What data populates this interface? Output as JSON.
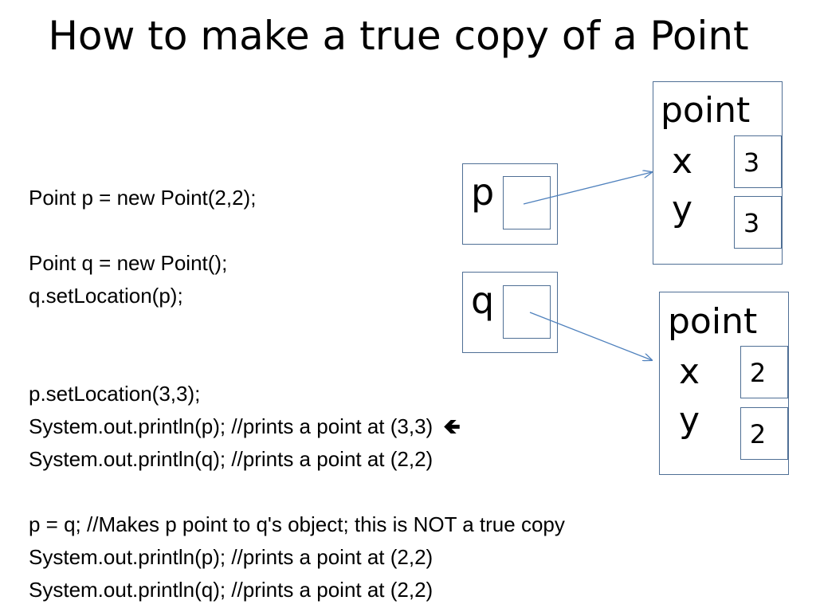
{
  "slide": {
    "title": "How to make a true copy of a Point"
  },
  "code": {
    "block1": [
      "Point p = new Point(2,2);"
    ],
    "block2": [
      "Point q = new Point();",
      "q.setLocation(p);"
    ],
    "block3": [
      "p.setLocation(3,3);",
      "System.out.println(p); //prints a point at (3,3)",
      "System.out.println(q); //prints a point at (2,2)"
    ],
    "arrow_glyph": "🡸",
    "block4": [
      "p = q; //Makes p point to q's object; this is NOT a true copy",
      "System.out.println(p); //prints a point at (2,2)",
      "System.out.println(q); //prints a point at (2,2)"
    ]
  },
  "diagram": {
    "var_p": "p",
    "var_q": "q",
    "object_top": {
      "label": "point",
      "x_label": "x",
      "y_label": "y",
      "x_value": "3",
      "y_value": "3"
    },
    "object_bottom": {
      "label": "point",
      "x_label": "x",
      "y_label": "y",
      "x_value": "2",
      "y_value": "2"
    },
    "arrow_color": "#4f81bd",
    "box_color": "#4f6f95"
  }
}
